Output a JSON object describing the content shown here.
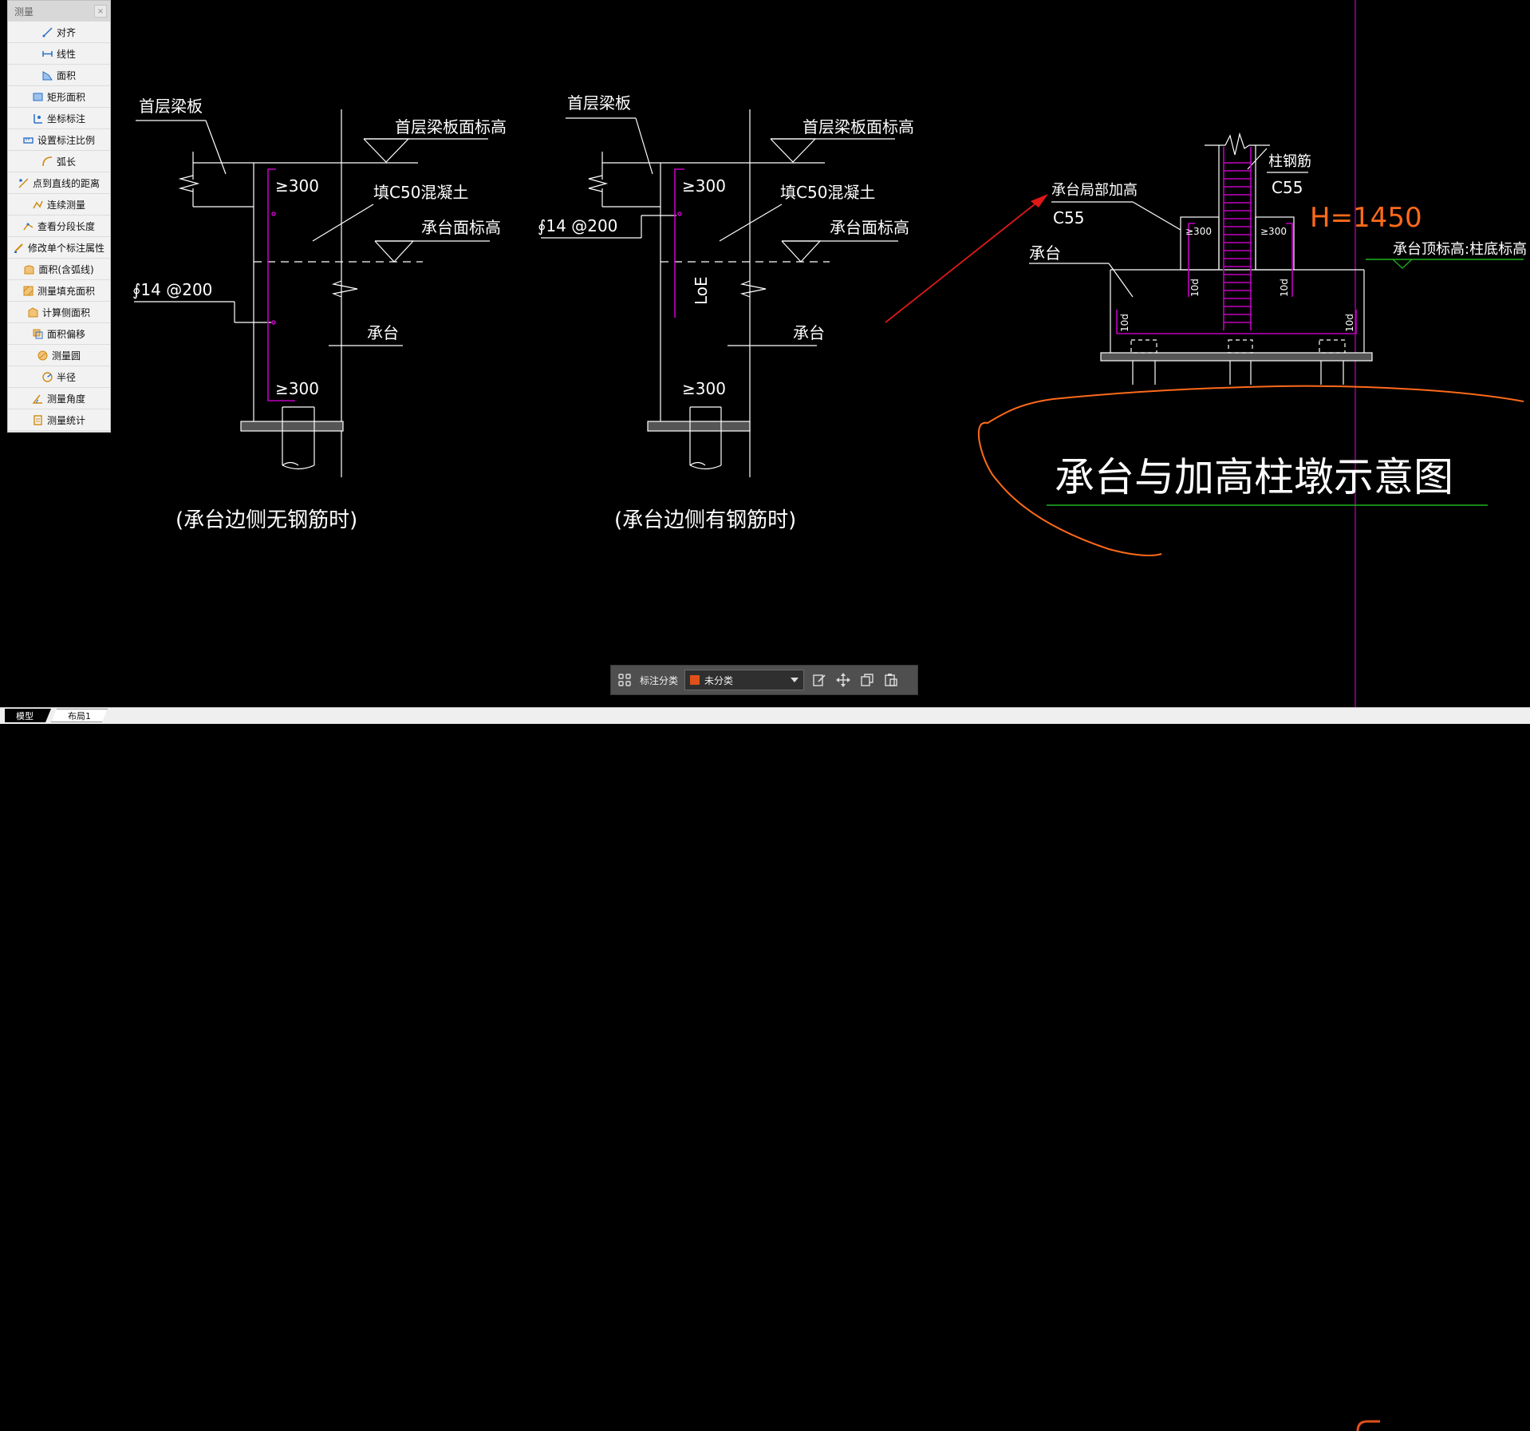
{
  "panel": {
    "title": "测量",
    "close": "×",
    "items": [
      {
        "label": "对齐",
        "icon": "align-measure-icon"
      },
      {
        "label": "线性",
        "icon": "linear-measure-icon"
      },
      {
        "label": "面积",
        "icon": "area-icon"
      },
      {
        "label": "矩形面积",
        "icon": "rect-area-icon"
      },
      {
        "label": "坐标标注",
        "icon": "coordinate-icon"
      },
      {
        "label": "设置标注比例",
        "icon": "scale-icon"
      },
      {
        "label": "弧长",
        "icon": "arc-length-icon"
      },
      {
        "label": "点到直线的距离",
        "icon": "point-line-distance-icon"
      },
      {
        "label": "连续测量",
        "icon": "continuous-measure-icon"
      },
      {
        "label": "查看分段长度",
        "icon": "segment-length-icon"
      },
      {
        "label": "修改单个标注属性",
        "icon": "edit-annotation-icon"
      },
      {
        "label": "面积(含弧线)",
        "icon": "arc-area-icon"
      },
      {
        "label": "测量填充面积",
        "icon": "hatch-area-icon"
      },
      {
        "label": "计算侧面积",
        "icon": "side-area-icon"
      },
      {
        "label": "面积偏移",
        "icon": "area-offset-icon"
      },
      {
        "label": "测量圆",
        "icon": "circle-measure-icon"
      },
      {
        "label": "半径",
        "icon": "radius-icon"
      },
      {
        "label": "测量角度",
        "icon": "angle-icon"
      },
      {
        "label": "测量统计",
        "icon": "statistics-icon"
      }
    ]
  },
  "drawing": {
    "d1": {
      "slab": "首层梁板",
      "slab_elev": "首层梁板面标高",
      "fill": "填C50混凝土",
      "cap_elev": "承台面标高",
      "ge_top": "≥300",
      "ge_bot": "≥300",
      "rebar": "∮14 @200",
      "cap": "承台",
      "caption": "(承台边侧无钢筋时)"
    },
    "d2": {
      "slab": "首层梁板",
      "slab_elev": "首层梁板面标高",
      "fill": "填C50混凝土",
      "cap_elev": "承台面标高",
      "ge_top": "≥300",
      "ge_bot": "≥300",
      "rebar": "∮14 @200",
      "loe": "LoE",
      "cap": "承台",
      "caption": "(承台边侧有钢筋时)"
    },
    "d3": {
      "local_raise": "承台局部加高",
      "c55_left": "C55",
      "col_rebar": "柱钢筋",
      "c55_right": "C55",
      "h_note": "H=1450",
      "cap_top_elev": "承台顶标高:柱底标高",
      "cap": "承台",
      "ge_left": "≥300",
      "ge_right": "≥300",
      "p10d_1": "10d",
      "p10d_2": "10d",
      "p10d_3": "10d",
      "p10d_4": "10d",
      "title": "承台与加高柱墩示意图"
    }
  },
  "toolbar": {
    "label": "标注分类",
    "selected": "未分类",
    "swatch_color": "#e0501a"
  },
  "tabs": {
    "model": "模型",
    "layout1": "布局1"
  },
  "colors": {
    "magenta": "#c000c0",
    "orange": "#ff6a1a",
    "green": "#1fb31f",
    "red_arrow": "#e01818"
  }
}
